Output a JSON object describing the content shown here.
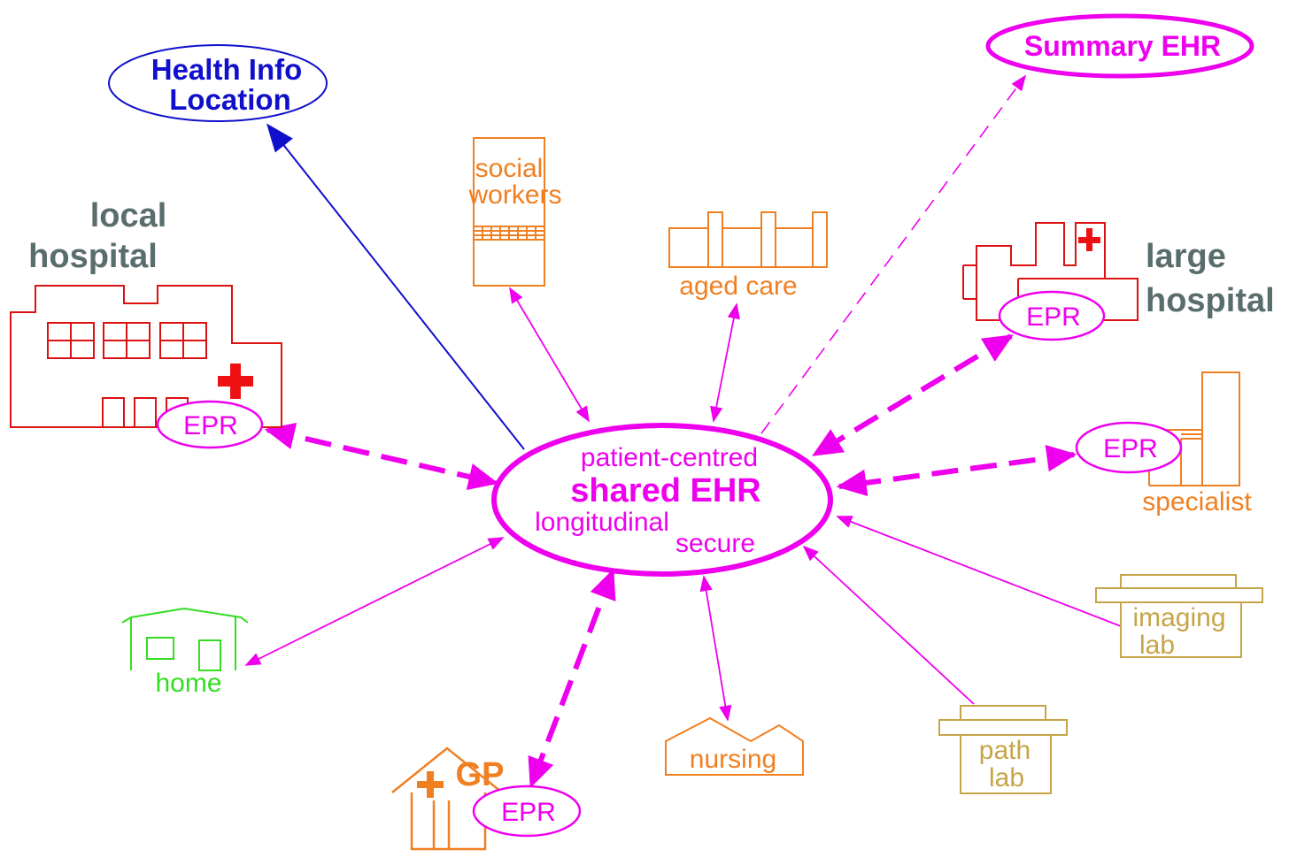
{
  "colors": {
    "magenta": "#ee00ee",
    "blue": "#1010cc",
    "red": "#dd1111",
    "orange": "#f07f20",
    "gray": "#5a6d6d",
    "green": "#33dd22",
    "tan": "#c6a548"
  },
  "central": {
    "line1": "patient-centred",
    "title": "shared EHR",
    "line3": "longitudinal",
    "line4": "secure"
  },
  "health_info": {
    "line1": "Health Info",
    "line2": "Location"
  },
  "summary_ehr": {
    "label": "Summary EHR"
  },
  "local_hospital": {
    "line1": "local",
    "line2": "hospital",
    "epr": "EPR"
  },
  "large_hospital": {
    "line1": "large",
    "line2": "hospital",
    "epr": "EPR"
  },
  "social_workers": {
    "line1": "social",
    "line2": "workers"
  },
  "aged_care": {
    "label": "aged care"
  },
  "specialist": {
    "label": "specialist",
    "epr": "EPR"
  },
  "imaging_lab": {
    "line1": "imaging",
    "line2": "lab"
  },
  "path_lab": {
    "line1": "path",
    "line2": "lab"
  },
  "nursing": {
    "label": "nursing"
  },
  "gp": {
    "label": "GP",
    "epr": "EPR"
  },
  "home": {
    "label": "home"
  },
  "icons": [
    "hospital-building-icon",
    "red-cross-icon",
    "office-tower-icon",
    "aged-care-building-icon",
    "house-icon",
    "lab-building-icon"
  ]
}
